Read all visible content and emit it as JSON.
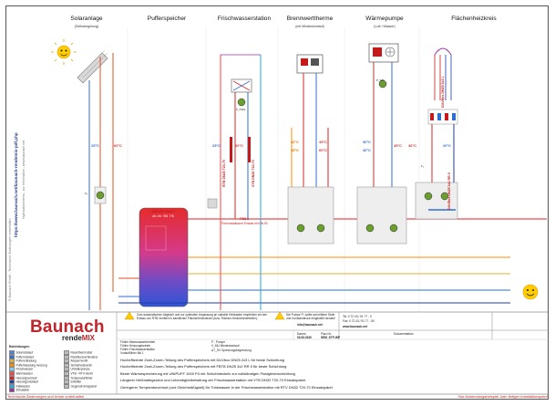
{
  "columns": [
    {
      "title": "Solaranlage",
      "subtitle": "(Selbstregelung)"
    },
    {
      "title": "Pufferspeicher",
      "subtitle": ""
    },
    {
      "title": "Frischwasserstation",
      "subtitle": ""
    },
    {
      "title": "Brennwerttherme",
      "subtitle": "(mit Mindestumlauf)"
    },
    {
      "title": "Wärmepumpe",
      "subtitle": "(Luft / Wasser)"
    },
    {
      "title": "Flächenheizkreis",
      "subtitle": ""
    }
  ],
  "vertical_notes": {
    "url": "https://www.baunach.net/baunach-rendemix-pdf.php",
    "left_info": "Hydraulikschema - zur Information - www.baunach.net",
    "copyright": "© Baunach GmbH - Technische Änderungen vorbehalten"
  },
  "temps": {
    "solar_left": "25°C",
    "solar_right": "60°C",
    "fws_blue": "25°C",
    "fws_red": "60°C",
    "bw_low": "40°C",
    "bw_mid": "45°C",
    "bw_hi1": "45°C",
    "bw_hi2": "60°C",
    "wp_low1": "30°C",
    "wp_low2": "40°C",
    "wp_hi": "45°C",
    "fh_hi": "40°C",
    "fh_low": "20°C",
    "f1": "F₁",
    "f2": "F₂",
    "f3": "F₃",
    "pwp": "P_WP",
    "pfws": "P_FWS",
    "pkb": "P_KB",
    "ps": "P_S"
  },
  "components": {
    "tank_label": "UNIPUFF 1000 P4",
    "tank_sub": "Art.-Nr.: 951 776",
    "fws_unit": "FWS 1",
    "fws_unit_sub": "Thermostatischer Einsatz mit DN 50",
    "rtb": "RTB DN25 T20-70",
    "rtb_sub": "Einsatzpaket",
    "vtb": "VTB DN25 T20-70",
    "vtb_sub": "Einsatzpaket",
    "fh_pump": "DUVBox DN25 2x3 L",
    "fh_pump_sub": "Art.-Nr. ...",
    "fh_mix": "DUVBox DN25 3x2 RR 5",
    "fh_mix_sub": "Einsatzpaket"
  },
  "notice_top": "Zum automatischen Abgleich und zur optimalen Anpassung an variable Heizlasten empfehlen wir den Einbau von RTB-Ventilen in sämtlichen Flächenheizkreisen (bzw. Flächen-Heizkreisverteilern).",
  "notice_right": "Die Pumpe P₂ sollte auf mittlere Stufe und Konstantdruck eingestellt werden!",
  "sensors": [
    "Fühler Warmwasserbetrieb",
    "Fühler Heizungsbetrieb",
    "Fühler Frischwasserstation",
    "Vorlauffühler Mk 1"
  ],
  "symbols": [
    "P - Pumpe",
    "V_MU Mindestumlauf",
    "ΔT_SV Spreizungsbegrenzung"
  ],
  "info_box": {
    "row1_l": "Tel: 0 72 43 / 91 77 - 0",
    "row1_r": "Fax: 0 72 43 / 91 77 - 50",
    "email": "info@baunach.net",
    "web": "www.baunach.net",
    "date_label": "Datum:",
    "date": "03.06.2020",
    "plan_label": "Plan-Nr.:",
    "plan": "SEM_STP-WP",
    "doc_label": "Dokumentation:"
  },
  "description_lines": [
    "Hocheffiziente Zwei-Zonen-Teilung des Pufferspeichers mit DUVbox DN25 2x3 L für beste Schichtung",
    "Hocheffiziente Zwei-Zonen-Teilung des Pufferspeichers mit FBTB DN25 3x2 RR 5 für beste Schichtung",
    "Beste Wärmespeicherung mit UNIPUFF 1000 P4 mit Schichtdeckeln zur vollständigen Fluidgleichschichtung",
    "Längerer Heißhaltegewinn und Lebendigbeibehaltung der Frischwasserstation mit VTB DN32 T20-70 Einsatzpaket",
    "Geringerer Temperaturverlust (und Gleichmäßigkeit) für Trinkwasser in der Frischwasserstation mit RTV DN32 T20-70 Einsatzpaket"
  ],
  "legend_title": "Rohrleitungen:",
  "legend": [
    {
      "label": "Solarrücklauf",
      "color": "#4a86d8"
    },
    {
      "label": "Pufferrücklauf",
      "color": "#2f6fd1"
    },
    {
      "label": "Pufferentladung",
      "color": "#e6b02f"
    },
    {
      "label": "Pufferbeladung Heizung",
      "color": "#ff8c00"
    },
    {
      "label": "Frischwasser",
      "color": "#7bd0ff"
    },
    {
      "label": "Warmwasser",
      "color": "#ff4040"
    },
    {
      "label": "Heizungsvorlauf",
      "color": "#e02020"
    },
    {
      "label": "Heizungsrücklauf",
      "color": "#1e3ea8"
    },
    {
      "label": "Kaltwasser",
      "color": "#25a8e0"
    },
    {
      "label": "Zirkulation",
      "color": "#9e2fa0"
    }
  ],
  "legend_right": [
    {
      "label": "Raumthermostat",
      "color": "#bbbbbb"
    },
    {
      "label": "Rückflussverhinderer",
      "color": "#bbbbbb"
    },
    {
      "label": "Absperrventil",
      "color": "#bbbbbb"
    },
    {
      "label": "Sicherheitsventil",
      "color": "#bbbbbb"
    },
    {
      "label": "Umwälzpumpe",
      "color": "#bbbbbb"
    },
    {
      "label": "VTB - RTV-Ventil",
      "color": "#bbbbbb"
    },
    {
      "label": "Temperaturfühler",
      "color": "#bbbbbb"
    },
    {
      "label": "Entlüfter",
      "color": "#bbbbbb"
    },
    {
      "label": "Gegenstromapparat",
      "color": "#bbbbbb"
    }
  ],
  "footer_left": "Technische Änderungen und Irrtum vorbehalten",
  "footer_right": "Nur Anwendungsbeispiel, kein fertiger Installationsplan!",
  "brand": {
    "name": "Baunach",
    "suffix": "rende",
    "suffix2": "MIX"
  }
}
